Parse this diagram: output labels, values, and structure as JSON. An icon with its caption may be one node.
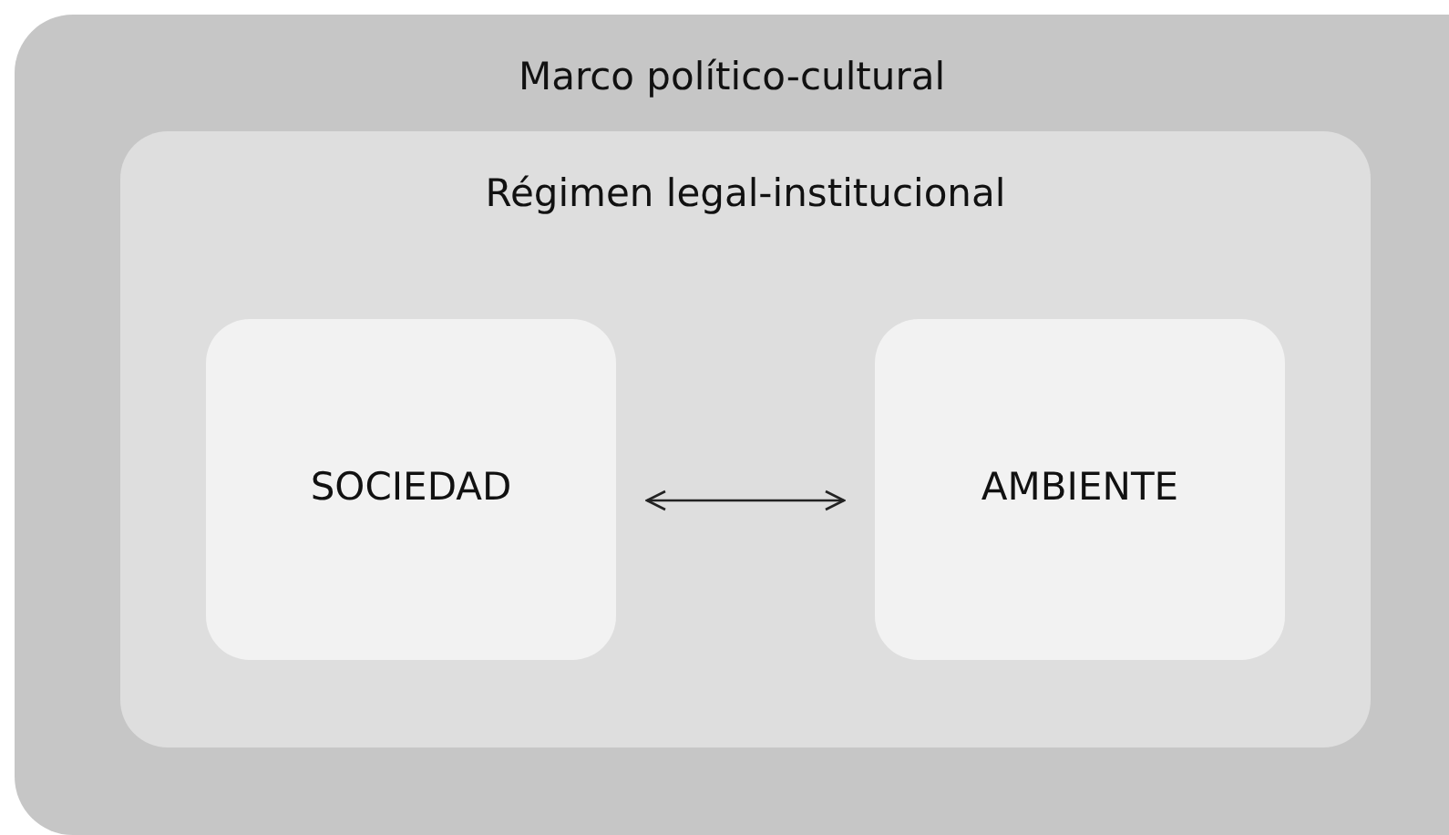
{
  "diagram": {
    "nodes": [
      {
        "text": [
          "Marco político-cultural"
        ]
      },
      {
        "text": [
          "Régimen legal-institucional"
        ],
        "in": 0
      },
      {
        "text": [
          "SOCIEDAD"
        ],
        "in": 1
      },
      {
        "text": [
          "AMBIENTE"
        ],
        "in": 1
      }
    ],
    "edges": [
      {
        "from": 2,
        "to": 3,
        "arrow": "both"
      }
    ]
  }
}
